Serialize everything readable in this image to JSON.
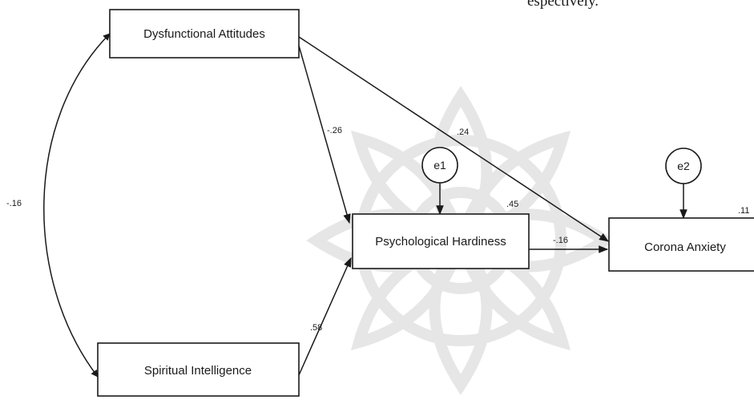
{
  "header_fragment": "espectively.",
  "nodes": {
    "dysfunctional": "Dysfunctional Attitudes",
    "spiritual": "Spiritual Intelligence",
    "hardiness": "Psychological Hardiness",
    "anxiety": "Corona Anxiety"
  },
  "errors": {
    "e1": "e1",
    "e2": "e2"
  },
  "r_squared": {
    "hardiness": ".45",
    "anxiety": ".11"
  },
  "coefficients": {
    "covariance_dys_spi": "-.16",
    "dys_to_hard": "-.26",
    "dys_to_anx": ".24",
    "spi_to_hard": ".58",
    "hard_to_anx": "-.16"
  },
  "colors": {
    "stroke": "#1a1a1a",
    "watermark": "#e6e6e6"
  }
}
